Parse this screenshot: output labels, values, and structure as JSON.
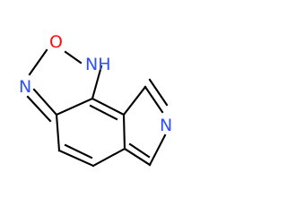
{
  "molecule": {
    "atoms": {
      "nh": "NH",
      "o": "O",
      "n_ring": "N",
      "n_pyrrole": "N"
    }
  },
  "colors": {
    "bond": "#000000",
    "oxygen": "#ff0d0d",
    "nitrogen": "#3050f8",
    "background": "#ffffff"
  }
}
